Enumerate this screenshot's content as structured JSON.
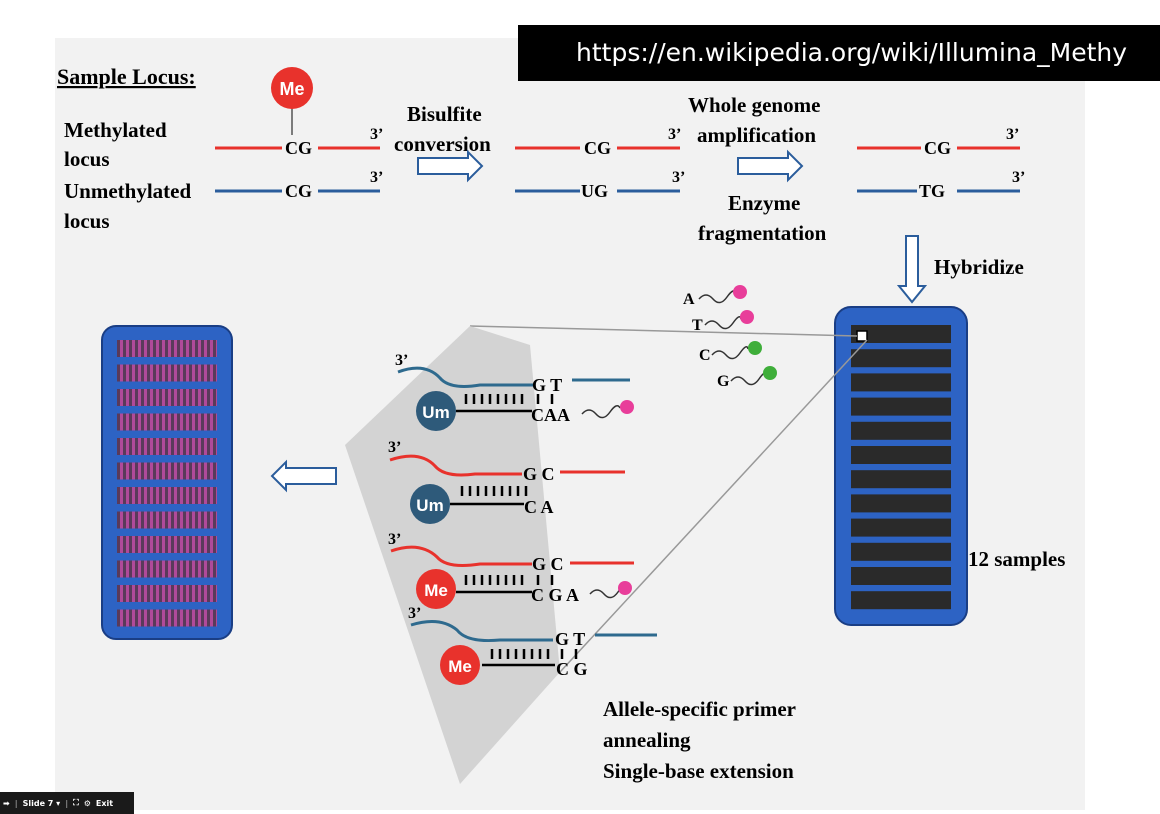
{
  "url": "https://en.wikipedia.org/wiki/Illumina_Methy",
  "title": "Sample Locus:",
  "locus": {
    "methylated_1": "Methylated",
    "methylated_2": "locus",
    "unmethylated_1": "Unmethylated",
    "unmethylated_2": "locus"
  },
  "bases": {
    "cg": "CG",
    "ug": "UG",
    "tg": "TG",
    "three_prime": "3’",
    "g_t": "G T",
    "g_c": "G C",
    "c_a_a": "CAA",
    "c_a": "C A",
    "c_g_a": "C G A",
    "c_g": "C G",
    "a": "A",
    "t": "T",
    "c": "C",
    "g": "G"
  },
  "steps": {
    "bisulfite_1": "Bisulfite",
    "bisulfite_2": "conversion",
    "wga_1": "Whole genome",
    "wga_2": "amplification",
    "enzyme_1": "Enzyme",
    "enzyme_2": "fragmentation",
    "hybridize": "Hybridize",
    "samples": "12 samples",
    "allele_1": "Allele-specific primer",
    "allele_2": "annealing",
    "allele_3": "Single-base extension"
  },
  "badges": {
    "me": "Me",
    "um": "Um"
  },
  "colors": {
    "red": "#e8322c",
    "blue": "#2b5d9c",
    "teal": "#2e6a8e",
    "magenta": "#e83e9a",
    "green": "#3fae3a",
    "chip": "#2d63c4",
    "cell": "#2a2a2a"
  },
  "nav": {
    "slide": "Slide 7",
    "exit": "Exit"
  }
}
